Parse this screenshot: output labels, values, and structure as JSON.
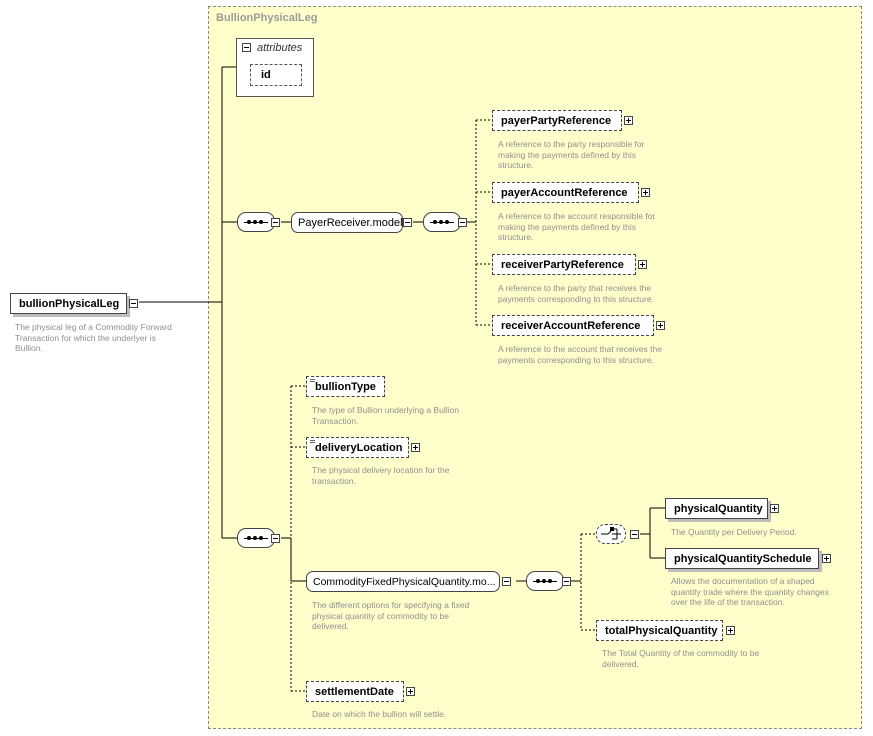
{
  "group": {
    "title": "BullionPhysicalLeg"
  },
  "attributes": {
    "title": "attributes",
    "id_label": "id"
  },
  "root": {
    "label": "bullionPhysicalLeg",
    "desc": "The physical leg of a Commodity Forward\nTransaction for which the underlyer is\nBullion."
  },
  "payer_receiver_model": {
    "label": "PayerReceiver.model"
  },
  "payer_party_reference": {
    "label": "payerPartyReference",
    "desc": "A reference to the party responsible for\nmaking the payments defined by this\nstructure."
  },
  "payer_account_reference": {
    "label": "payerAccountReference",
    "desc": "A reference to the account responsible for\nmaking the payments defined by this\nstructure."
  },
  "receiver_party_reference": {
    "label": "receiverPartyReference",
    "desc": "A reference to the party that receives the\npayments corresponding to this structure."
  },
  "receiver_account_reference": {
    "label": "receiverAccountReference",
    "desc": "A reference to the account that receives the\npayments corresponding to this structure."
  },
  "bullion_type": {
    "label": "bullionType",
    "desc": "The type of Bullion underlying a Bullion\nTransaction."
  },
  "delivery_location": {
    "label": "deliveryLocation",
    "desc": "The physical delivery location for the\ntransaction."
  },
  "commodity_fixed_model": {
    "label": "CommodityFixedPhysicalQuantity.mo...",
    "desc": "The different options for specifying a fixed\nphysical quantity of commodity to be\ndelivered."
  },
  "physical_quantity": {
    "label": "physicalQuantity",
    "desc": "The Quantity per Delivery Period."
  },
  "physical_quantity_schedule": {
    "label": "physicalQuantitySchedule",
    "desc": "Allows the documentation of a shaped\nquantity trade where the quantity changes\nover the life of the transaction."
  },
  "total_physical_quantity": {
    "label": "totalPhysicalQuantity",
    "desc": "The Total Quantity of the commodity to be\ndelivered."
  },
  "settlement_date": {
    "label": "settlementDate",
    "desc": "Date on which the bullion will settle."
  }
}
